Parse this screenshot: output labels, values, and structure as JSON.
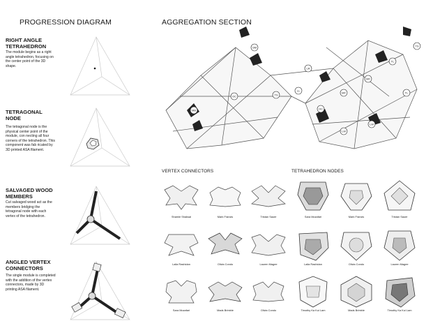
{
  "left_heading": "PROGRESSION DIAGRAM",
  "right_heading": "AGGREGATION SECTION",
  "steps": [
    {
      "title": "RIGHT ANGLE TETRAHEDRON",
      "desc": "The module begins as a right angle tetrahedron, focusing on the center point of the 3D shape."
    },
    {
      "title": "TETRAGONAL NODE",
      "desc": "The tetragonal node is the physical center point of the module, con necting all four corners of the tetrahedron. This component was fab ricated by 3D printed ASA filament."
    },
    {
      "title": "SALVAGED WOOD MEMBERS",
      "desc": "Cut salvaged wood act as the members bridging the tetragonal node with each vertex of the tetrahedron."
    },
    {
      "title": "ANGLED VERTEX CONNECTORS",
      "desc": "The single module is completed with the addition of the vertex connectors, made by 3D printing ASA filament."
    }
  ],
  "vertex_heading": "VERTEX CONNECTORS",
  "node_heading": "TETRAHEDRON NODES",
  "vertex_names": [
    "Shamie Shaksai",
    "Mark Francis",
    "Tristan Sauer",
    "Laila Rashidan",
    "Olivia Condo",
    "Lauren Magee",
    "Sara Mozafari",
    "Mads Brimble",
    "Olivia Condo"
  ],
  "node_names": [
    "Sara Mozafari",
    "Mark Francis",
    "Tristan Sauer",
    "Laila Rashidan",
    "Olivia Condo",
    "Lauren Magee",
    "Timothy Ka Kui Lam",
    "Mads Brimble",
    "Timothy Ka Kui Lam"
  ],
  "aggregation_tags": [
    "SM",
    "LR",
    "MB",
    "OC",
    "LL",
    "TL",
    "LM",
    "TS",
    "OC",
    "MF",
    "MF",
    "LM",
    "TS",
    "TL"
  ]
}
